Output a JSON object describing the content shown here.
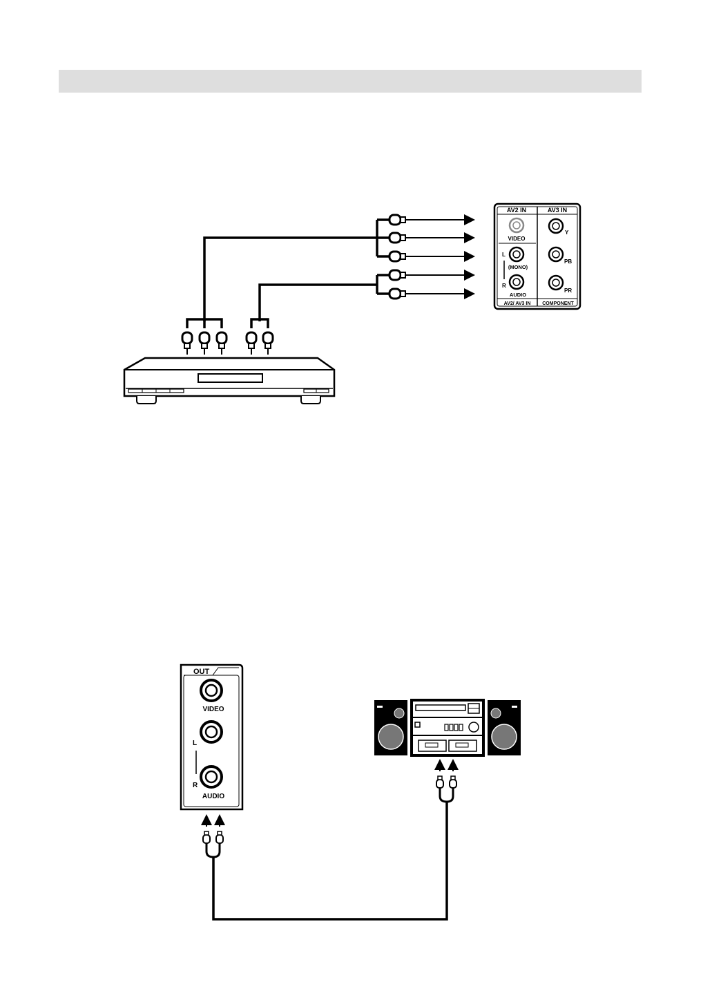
{
  "header": {
    "text": ""
  },
  "tv_panel": {
    "av2_in": "AV2 IN",
    "av3_in": "AV3 IN",
    "video": "VIDEO",
    "l": "L",
    "mono": "(MONO)",
    "r": "R",
    "audio": "AUDIO",
    "av2_av3_in": "AV2/ AV3 IN",
    "component": "COMPONENT",
    "y": "Y",
    "pb": "PB",
    "pr": "PR"
  },
  "out_panel": {
    "out": "OUT",
    "video": "VIDEO",
    "l": "L",
    "r": "R",
    "audio": "AUDIO"
  },
  "icons": [
    "dvd-player-icon",
    "rca-plug-icon",
    "stereo-system-icon",
    "speaker-icon"
  ]
}
